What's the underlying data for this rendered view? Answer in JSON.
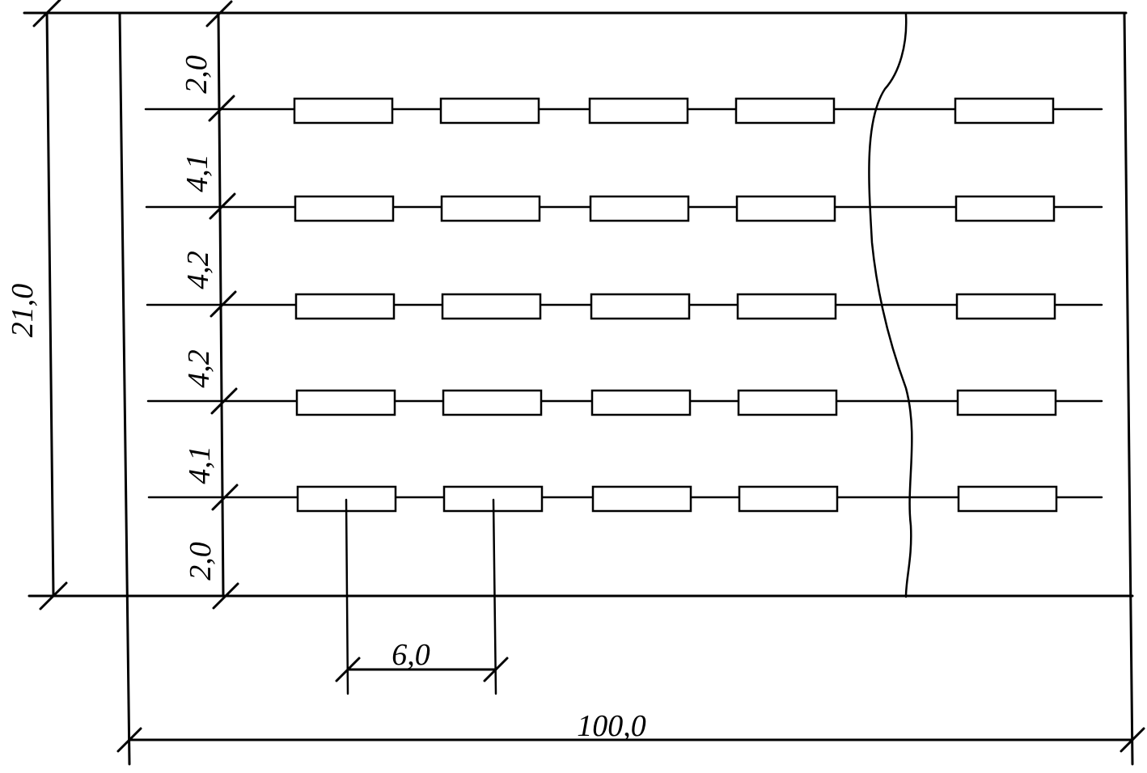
{
  "dimensions": {
    "overall_height": "21,0",
    "overall_length": "100,0",
    "spacing": "6,0",
    "row_gaps": [
      "2,0",
      "4,1",
      "4,2",
      "4,2",
      "4,1",
      "2,0"
    ]
  },
  "grid": {
    "rows": 5,
    "columns_visible": 5
  }
}
